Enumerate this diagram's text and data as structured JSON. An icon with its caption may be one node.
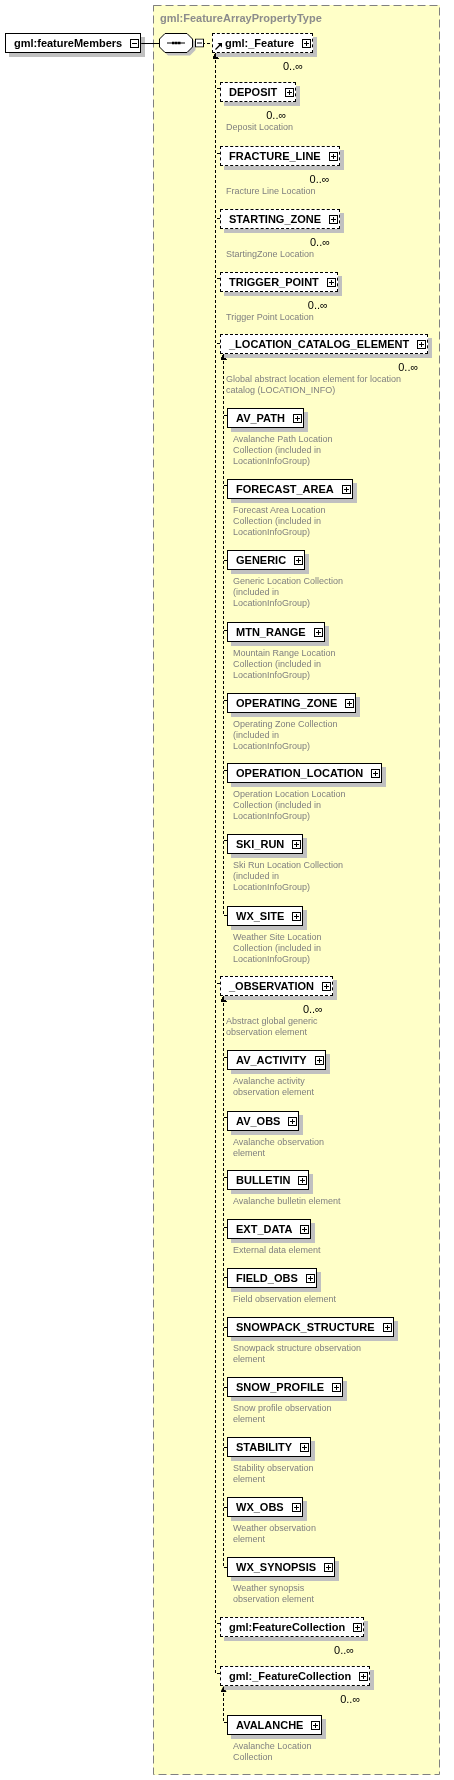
{
  "diagram": {
    "nodes": [
      {
        "text": [
          "gml:featureMembers"
        ]
      },
      {
        "text": [
          "gml:FeatureArrayPropertyType"
        ]
      },
      {
        "text": [],
        "shape": "octagon",
        "in": 1
      },
      {
        "text": [
          "gml:_Feature"
        ],
        "in": 1,
        "beside": [
          "0..∞"
        ]
      },
      {
        "text": [
          "DEPOSIT"
        ],
        "in": 1,
        "beside": [
          "0..∞",
          "Deposit Location"
        ]
      },
      {
        "text": [
          "FRACTURE_LINE"
        ],
        "in": 1,
        "beside": [
          "0..∞",
          "Fracture Line Location"
        ]
      },
      {
        "text": [
          "STARTING_ZONE"
        ],
        "in": 1,
        "beside": [
          "0..∞",
          "StartingZone Location"
        ]
      },
      {
        "text": [
          "TRIGGER_POINT"
        ],
        "in": 1,
        "beside": [
          "0..∞",
          "Trigger Point Location"
        ]
      },
      {
        "text": [
          "_LOCATION_CATALOG_ELEMENT"
        ],
        "in": 1,
        "beside": [
          "0..∞",
          "Global abstract location element for location catalog (LOCATION_INFO)"
        ]
      },
      {
        "text": [
          "AV_PATH"
        ],
        "in": 1,
        "beside": [
          "Avalanche Path Location Collection (included in LocationInfoGroup)"
        ]
      },
      {
        "text": [
          "FORECAST_AREA"
        ],
        "in": 1,
        "beside": [
          "Forecast Area Location Collection (included in LocationInfoGroup)"
        ]
      },
      {
        "text": [
          "GENERIC"
        ],
        "in": 1,
        "beside": [
          "Generic Location Collection (included in LocationInfoGroup)"
        ]
      },
      {
        "text": [
          "MTN_RANGE"
        ],
        "in": 1,
        "beside": [
          "Mountain Range Location Collection (included in LocationInfoGroup)"
        ]
      },
      {
        "text": [
          "OPERATING_ZONE"
        ],
        "in": 1,
        "beside": [
          "Operating Zone Collection (included in LocationInfoGroup)"
        ]
      },
      {
        "text": [
          "OPERATION_LOCATION"
        ],
        "in": 1,
        "beside": [
          "Operation Location Location Collection (included in LocationInfoGroup)"
        ]
      },
      {
        "text": [
          "SKI_RUN"
        ],
        "in": 1,
        "beside": [
          "Ski Run Location Collection (included in LocationInfoGroup)"
        ]
      },
      {
        "text": [
          "WX_SITE"
        ],
        "in": 1,
        "beside": [
          "Weather Site Location Collection (included in LocationInfoGroup)"
        ]
      },
      {
        "text": [
          "_OBSERVATION"
        ],
        "in": 1,
        "beside": [
          "0..∞",
          "Abstract global generic observation element"
        ]
      },
      {
        "text": [
          "AV_ACTIVITY"
        ],
        "in": 1,
        "beside": [
          "Avalanche activity observation element"
        ]
      },
      {
        "text": [
          "AV_OBS"
        ],
        "in": 1,
        "beside": [
          "Avalanche observation element"
        ]
      },
      {
        "text": [
          "BULLETIN"
        ],
        "in": 1,
        "beside": [
          "Avalanche bulletin element"
        ]
      },
      {
        "text": [
          "EXT_DATA"
        ],
        "in": 1,
        "beside": [
          "External data element"
        ]
      },
      {
        "text": [
          "FIELD_OBS"
        ],
        "in": 1,
        "beside": [
          "Field observation element"
        ]
      },
      {
        "text": [
          "SNOWPACK_STRUCTURE"
        ],
        "in": 1,
        "beside": [
          "Snowpack structure observation element"
        ]
      },
      {
        "text": [
          "SNOW_PROFILE"
        ],
        "in": 1,
        "beside": [
          "Snow profile observation element"
        ]
      },
      {
        "text": [
          "STABILITY"
        ],
        "in": 1,
        "beside": [
          "Stability observation element"
        ]
      },
      {
        "text": [
          "WX_OBS"
        ],
        "in": 1,
        "beside": [
          "Weather observation element"
        ]
      },
      {
        "text": [
          "WX_SYNOPSIS"
        ],
        "in": 1,
        "beside": [
          "Weather synopsis observation element"
        ]
      },
      {
        "text": [
          "gml:FeatureCollection"
        ],
        "in": 1,
        "beside": [
          "0..∞"
        ]
      },
      {
        "text": [
          "gml:_FeatureCollection"
        ],
        "in": 1,
        "beside": [
          "0..∞"
        ]
      },
      {
        "text": [
          "AVALANCHE"
        ],
        "in": 1,
        "beside": [
          "Avalanche Location Collection"
        ]
      }
    ],
    "edges": [
      {
        "from": 0,
        "to": 2,
        "arrow": "none"
      },
      {
        "from": 2,
        "to": 3,
        "arrow": "none",
        "style": "dashed"
      },
      {
        "from": 4,
        "to": 3,
        "arrow": "to",
        "style": "dashed"
      },
      {
        "from": 5,
        "to": 3,
        "arrow": "to",
        "style": "dashed"
      },
      {
        "from": 6,
        "to": 3,
        "arrow": "to",
        "style": "dashed"
      },
      {
        "from": 7,
        "to": 3,
        "arrow": "to",
        "style": "dashed"
      },
      {
        "from": 8,
        "to": 3,
        "arrow": "to",
        "style": "dashed"
      },
      {
        "from": 9,
        "to": 8,
        "arrow": "to",
        "style": "dashed"
      },
      {
        "from": 10,
        "to": 8,
        "arrow": "to",
        "style": "dashed"
      },
      {
        "from": 11,
        "to": 8,
        "arrow": "to",
        "style": "dashed"
      },
      {
        "from": 12,
        "to": 8,
        "arrow": "to",
        "style": "dashed"
      },
      {
        "from": 13,
        "to": 8,
        "arrow": "to",
        "style": "dashed"
      },
      {
        "from": 14,
        "to": 8,
        "arrow": "to",
        "style": "dashed"
      },
      {
        "from": 15,
        "to": 8,
        "arrow": "to",
        "style": "dashed"
      },
      {
        "from": 16,
        "to": 8,
        "arrow": "to",
        "style": "dashed"
      },
      {
        "from": 17,
        "to": 3,
        "arrow": "to",
        "style": "dashed"
      },
      {
        "from": 18,
        "to": 17,
        "arrow": "to",
        "style": "dashed"
      },
      {
        "from": 19,
        "to": 17,
        "arrow": "to",
        "style": "dashed"
      },
      {
        "from": 20,
        "to": 17,
        "arrow": "to",
        "style": "dashed"
      },
      {
        "from": 21,
        "to": 17,
        "arrow": "to",
        "style": "dashed"
      },
      {
        "from": 22,
        "to": 17,
        "arrow": "to",
        "style": "dashed"
      },
      {
        "from": 23,
        "to": 17,
        "arrow": "to",
        "style": "dashed"
      },
      {
        "from": 24,
        "to": 17,
        "arrow": "to",
        "style": "dashed"
      },
      {
        "from": 25,
        "to": 17,
        "arrow": "to",
        "style": "dashed"
      },
      {
        "from": 26,
        "to": 17,
        "arrow": "to",
        "style": "dashed"
      },
      {
        "from": 27,
        "to": 17,
        "arrow": "to",
        "style": "dashed"
      },
      {
        "from": 28,
        "to": 3,
        "arrow": "to",
        "style": "dashed"
      },
      {
        "from": 29,
        "to": 3,
        "arrow": "to",
        "style": "dashed"
      },
      {
        "from": 30,
        "to": 29,
        "arrow": "to",
        "style": "dashed"
      }
    ]
  }
}
